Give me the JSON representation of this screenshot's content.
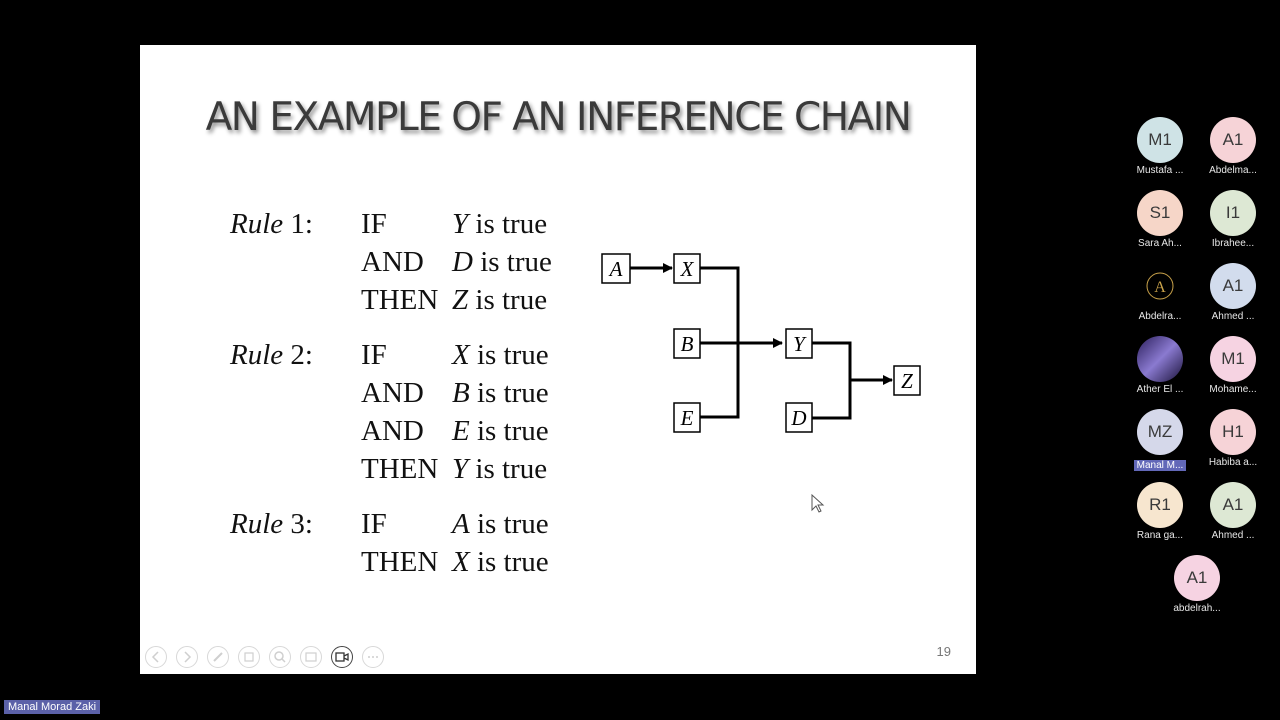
{
  "slide": {
    "title": "AN EXAMPLE OF AN INFERENCE CHAIN",
    "page_number": "19",
    "rules": [
      {
        "label_word": "Rule",
        "label_num": " 1:",
        "lines": [
          {
            "kw": "IF",
            "var": "Y",
            "rest": " is true"
          },
          {
            "kw": "AND",
            "var": "D",
            "rest": " is true"
          },
          {
            "kw": "THEN",
            "var": "Z",
            "rest": " is true"
          }
        ]
      },
      {
        "label_word": "Rule",
        "label_num": " 2:",
        "lines": [
          {
            "kw": "IF",
            "var": "X",
            "rest": " is true"
          },
          {
            "kw": "AND",
            "var": "B",
            "rest": " is true"
          },
          {
            "kw": "AND",
            "var": "E",
            "rest": " is true"
          },
          {
            "kw": "THEN",
            "var": "Y",
            "rest": " is true"
          }
        ]
      },
      {
        "label_word": "Rule",
        "label_num": " 3:",
        "lines": [
          {
            "kw": "IF",
            "var": "A",
            "rest": " is true"
          },
          {
            "kw": "THEN",
            "var": "X",
            "rest": " is true"
          }
        ]
      }
    ],
    "diagram_nodes": {
      "A": "A",
      "X": "X",
      "B": "B",
      "Y": "Y",
      "E": "E",
      "D": "D",
      "Z": "Z"
    },
    "controls": [
      "previous-icon",
      "next-icon",
      "pen-icon",
      "copy-icon",
      "zoom-icon",
      "subtitle-icon",
      "video-icon",
      "more-icon"
    ]
  },
  "participants": [
    {
      "initials": "M1",
      "name": "Mustafa ...",
      "color": "#cfe3e6"
    },
    {
      "initials": "A1",
      "name": "Abdelma...",
      "color": "#f6d3d7"
    },
    {
      "initials": "S1",
      "name": "Sara Ah...",
      "color": "#f6d6c8"
    },
    {
      "initials": "I1",
      "name": "Ibrahee...",
      "color": "#dde8d4"
    },
    {
      "initials": "",
      "name": "Abdelra...",
      "color": "#000000"
    },
    {
      "initials": "A1",
      "name": "Ahmed ...",
      "color": "#d2dced"
    },
    {
      "initials": "",
      "name": "Ather El ...",
      "color": "#4a3a7a"
    },
    {
      "initials": "M1",
      "name": "Mohame...",
      "color": "#f6d3e2"
    },
    {
      "initials": "MZ",
      "name": "Manal M...",
      "color": "#d5d8ea"
    },
    {
      "initials": "H1",
      "name": "Habiba a...",
      "color": "#f6d3d7"
    },
    {
      "initials": "R1",
      "name": "Rana ga...",
      "color": "#f7e6cf"
    },
    {
      "initials": "A1",
      "name": "Ahmed ...",
      "color": "#dde8d4"
    },
    {
      "initials": "A1",
      "name": "abdelrah...",
      "color": "#f6d3e2"
    }
  ],
  "speaker": "Manal Morad Zaki"
}
